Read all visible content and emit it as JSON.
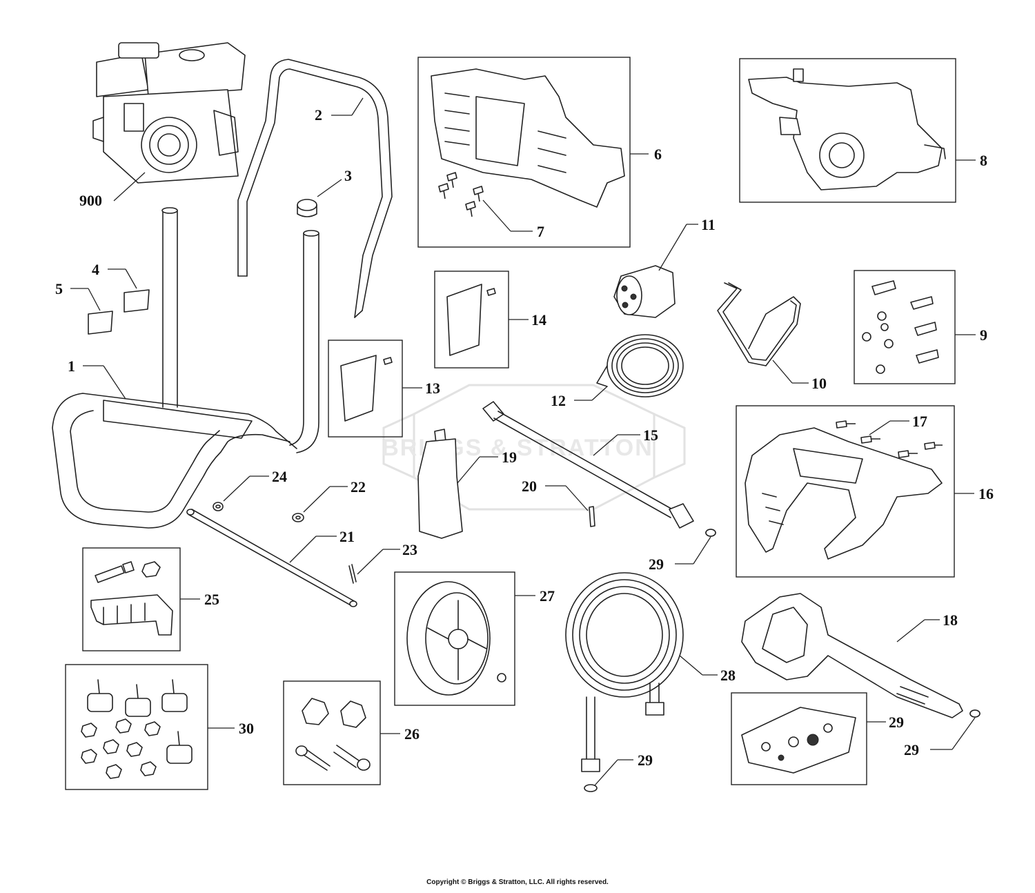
{
  "watermark": "BRIGGS & STRATTON",
  "copyright": "Copyright © Briggs & Stratton, LLC. All rights reserved.",
  "callouts": {
    "c900": "900",
    "c1": "1",
    "c2": "2",
    "c3": "3",
    "c4": "4",
    "c5": "5",
    "c6": "6",
    "c7": "7",
    "c8": "8",
    "c9": "9",
    "c10": "10",
    "c11": "11",
    "c12": "12",
    "c13": "13",
    "c14": "14",
    "c15": "15",
    "c16": "16",
    "c17": "17",
    "c18": "18",
    "c19": "19",
    "c20": "20",
    "c21": "21",
    "c22": "22",
    "c23": "23",
    "c24": "24",
    "c25": "25",
    "c26": "26",
    "c27": "27",
    "c28": "28",
    "c29a": "29",
    "c29b": "29",
    "c29c": "29",
    "c29d": "29",
    "c30": "30"
  }
}
